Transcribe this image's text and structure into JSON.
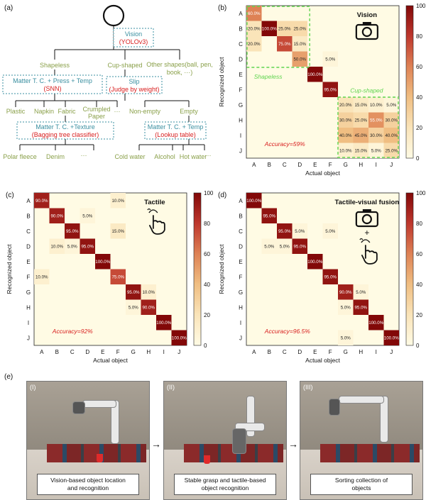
{
  "panel_labels": {
    "a": "(a)",
    "b": "(b)",
    "c": "(c)",
    "d": "(d)",
    "e": "(e)"
  },
  "tree": {
    "vision_title": "Vision",
    "vision_model": "(YOLOv3)",
    "shapeless": "Shapeless",
    "cup_shaped": "Cup-shaped",
    "other_line1": "Other shapes(ball, pen,",
    "other_line2": "book, ···)",
    "snn_box_title": "Matter T. C. + Press + Temp",
    "snn_box_method": "(SNN)",
    "slip_box_title": "Slip",
    "slip_box_method": "(Judge by weight)",
    "plastic": "Plastic",
    "napkin": "Napkin",
    "fabric": "Fabric",
    "crumpled_line1": "Crumpled",
    "crumpled_line2": "Paper",
    "ellipsis1": "···",
    "non_empty": "Non-empty",
    "empty": "Empty",
    "texture_box_title": "Matter T. C. +Texture",
    "texture_box_method": "(Bagging tree classifier)",
    "temp_box_title": "Matter T. C. + Temp",
    "temp_box_method": "(Lookup table)",
    "polar_fleece": "Polar fleece",
    "denim": "Denim",
    "ellipsis2": "···",
    "cold_water": "Cold water",
    "alcohol": "Alcohol",
    "hot_water": "Hot water",
    "ellipsis3": "···"
  },
  "colors": {
    "teal": "#3a8fa0",
    "red_text": "#d81e1e",
    "olive": "#8aa04a",
    "green_dash": "#5fd44f",
    "accuracy_red": "#d81e1e",
    "cmap_low": "#fffbe4",
    "cmap_mid": "#e7a46d",
    "cmap_high": "#9e0a0a"
  },
  "icons": {
    "vision": "camera-icon",
    "tactile": "touch-hand-icon",
    "fusion": "camera-plus-touch-icon"
  },
  "chart_data": [
    {
      "type": "heatmap",
      "title": "Vision",
      "xlabel": "Actual object",
      "ylabel": "Recognized object",
      "categories": [
        "A",
        "B",
        "C",
        "D",
        "E",
        "F",
        "G",
        "H",
        "I",
        "J"
      ],
      "colorbar_range": [
        0,
        100
      ],
      "colorbar_ticks": [
        "0",
        "20",
        "40",
        "60",
        "80",
        "100"
      ],
      "accuracy_label": "Accuracy=59%",
      "annotations": [
        "Shapeless",
        "Cup-shaped"
      ],
      "matrix": [
        [
          60,
          0,
          0,
          0,
          0,
          0,
          0,
          0,
          0,
          0
        ],
        [
          20,
          100,
          25,
          25,
          0,
          0,
          0,
          0,
          0,
          0
        ],
        [
          20,
          0,
          75,
          15,
          0,
          0,
          0,
          0,
          0,
          0
        ],
        [
          0,
          0,
          0,
          50,
          0,
          5,
          0,
          0,
          0,
          0
        ],
        [
          0,
          0,
          0,
          0,
          100,
          0,
          0,
          0,
          0,
          0
        ],
        [
          0,
          0,
          0,
          0,
          0,
          95,
          0,
          0,
          0,
          0
        ],
        [
          0,
          0,
          0,
          0,
          0,
          0,
          20,
          15,
          10,
          5
        ],
        [
          0,
          0,
          0,
          0,
          0,
          0,
          30,
          25,
          55,
          30
        ],
        [
          0,
          0,
          0,
          0,
          0,
          0,
          40,
          45,
          30,
          40
        ],
        [
          0,
          0,
          0,
          0,
          0,
          0,
          10,
          15,
          5,
          25
        ]
      ]
    },
    {
      "type": "heatmap",
      "title": "Tactile",
      "xlabel": "Actual object",
      "ylabel": "Recognized object",
      "categories": [
        "A",
        "B",
        "C",
        "D",
        "E",
        "F",
        "G",
        "H",
        "I",
        "J"
      ],
      "colorbar_range": [
        0,
        100
      ],
      "colorbar_ticks": [
        "0",
        "20",
        "40",
        "60",
        "80",
        "100"
      ],
      "accuracy_label": "Accuracy=92%",
      "matrix": [
        [
          90,
          0,
          0,
          0,
          0,
          10,
          0,
          0,
          0,
          0
        ],
        [
          0,
          90,
          0,
          5,
          0,
          0,
          0,
          0,
          0,
          0
        ],
        [
          0,
          0,
          95,
          0,
          0,
          15,
          0,
          0,
          0,
          0
        ],
        [
          0,
          10,
          5,
          95,
          0,
          0,
          0,
          0,
          0,
          0
        ],
        [
          0,
          0,
          0,
          0,
          100,
          0,
          0,
          0,
          0,
          0
        ],
        [
          10,
          0,
          0,
          0,
          0,
          75,
          0,
          0,
          0,
          0
        ],
        [
          0,
          0,
          0,
          0,
          0,
          0,
          95,
          10,
          0,
          0
        ],
        [
          0,
          0,
          0,
          0,
          0,
          0,
          5,
          90,
          0,
          0
        ],
        [
          0,
          0,
          0,
          0,
          0,
          0,
          0,
          0,
          100,
          0
        ],
        [
          0,
          0,
          0,
          0,
          0,
          0,
          0,
          0,
          0,
          100
        ]
      ]
    },
    {
      "type": "heatmap",
      "title": "Tactile-visual fusion",
      "xlabel": "Actual object",
      "ylabel": "Recognized object",
      "categories": [
        "A",
        "B",
        "C",
        "D",
        "E",
        "F",
        "G",
        "H",
        "I",
        "J"
      ],
      "colorbar_range": [
        0,
        100
      ],
      "colorbar_ticks": [
        "0",
        "20",
        "40",
        "60",
        "80",
        "100"
      ],
      "accuracy_label": "Accuracy=96.5%",
      "matrix": [
        [
          100,
          0,
          0,
          0,
          0,
          0,
          0,
          0,
          0,
          0
        ],
        [
          0,
          95,
          0,
          0,
          0,
          0,
          0,
          0,
          0,
          0
        ],
        [
          0,
          0,
          95,
          5,
          0,
          5,
          0,
          0,
          0,
          0
        ],
        [
          0,
          5,
          5,
          95,
          0,
          0,
          0,
          0,
          0,
          0
        ],
        [
          0,
          0,
          0,
          0,
          100,
          0,
          0,
          0,
          0,
          0
        ],
        [
          0,
          0,
          0,
          0,
          0,
          95,
          0,
          0,
          0,
          0
        ],
        [
          0,
          0,
          0,
          0,
          0,
          0,
          90,
          5,
          0,
          0
        ],
        [
          0,
          0,
          0,
          0,
          0,
          0,
          5,
          95,
          0,
          0
        ],
        [
          0,
          0,
          0,
          0,
          0,
          0,
          0,
          0,
          100,
          0
        ],
        [
          0,
          0,
          0,
          0,
          0,
          0,
          5,
          0,
          0,
          100
        ]
      ]
    }
  ],
  "photos": [
    {
      "tag": "(I)",
      "caption_line1": "Vision-based object location",
      "caption_line2": "and recognition"
    },
    {
      "tag": "(II)",
      "caption_line1": "Stable grasp and tactile-based",
      "caption_line2": "object recognition"
    },
    {
      "tag": "(III)",
      "caption_line1": "Sorting collection of",
      "caption_line2": "objects"
    }
  ]
}
